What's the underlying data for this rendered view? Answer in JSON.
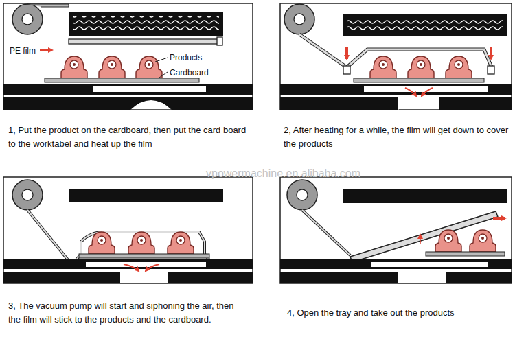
{
  "diagram": {
    "labels": [
      "PE film",
      "Products",
      "Cardboard",
      "1, Put the product on the cardboard, then put the card board to the worktabel and heat up the film",
      "2, After heating for a while, the film will get down to cover the products",
      "3, The vacuum pump will start and siphoning the air, then the film will stick to the products and the cardboard.",
      "4, Open the tray and take out the products",
      "vpowermachine.en.alibaba.com"
    ]
  }
}
